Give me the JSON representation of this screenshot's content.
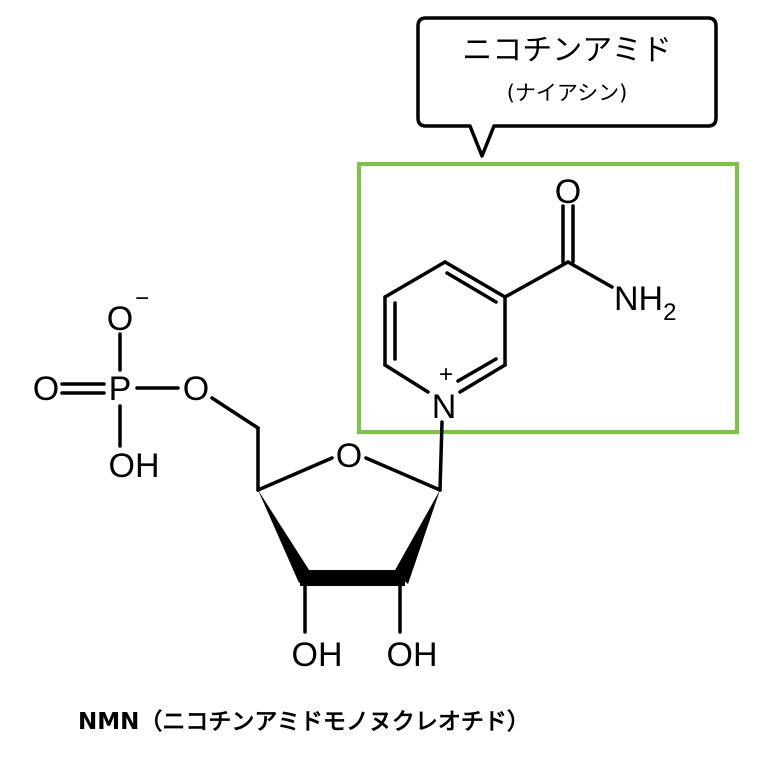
{
  "callout": {
    "title": "ニコチンアミド",
    "subtitle": "(ナイアシン)"
  },
  "caption": "NMN（ニコチンアミドモノヌクレオチド）",
  "atoms": {
    "o_minus": "O",
    "minus": "−",
    "p": "P",
    "o_double": "O",
    "o_ester": "O",
    "oh_p": "OH",
    "o_ring": "O",
    "oh_3": "OH",
    "oh_2": "OH",
    "n_plus": "N",
    "plus": "+",
    "o_amide": "O",
    "nh": "NH",
    "h2": "2"
  },
  "colors": {
    "highlight": "#7cc243",
    "line": "#000000"
  }
}
